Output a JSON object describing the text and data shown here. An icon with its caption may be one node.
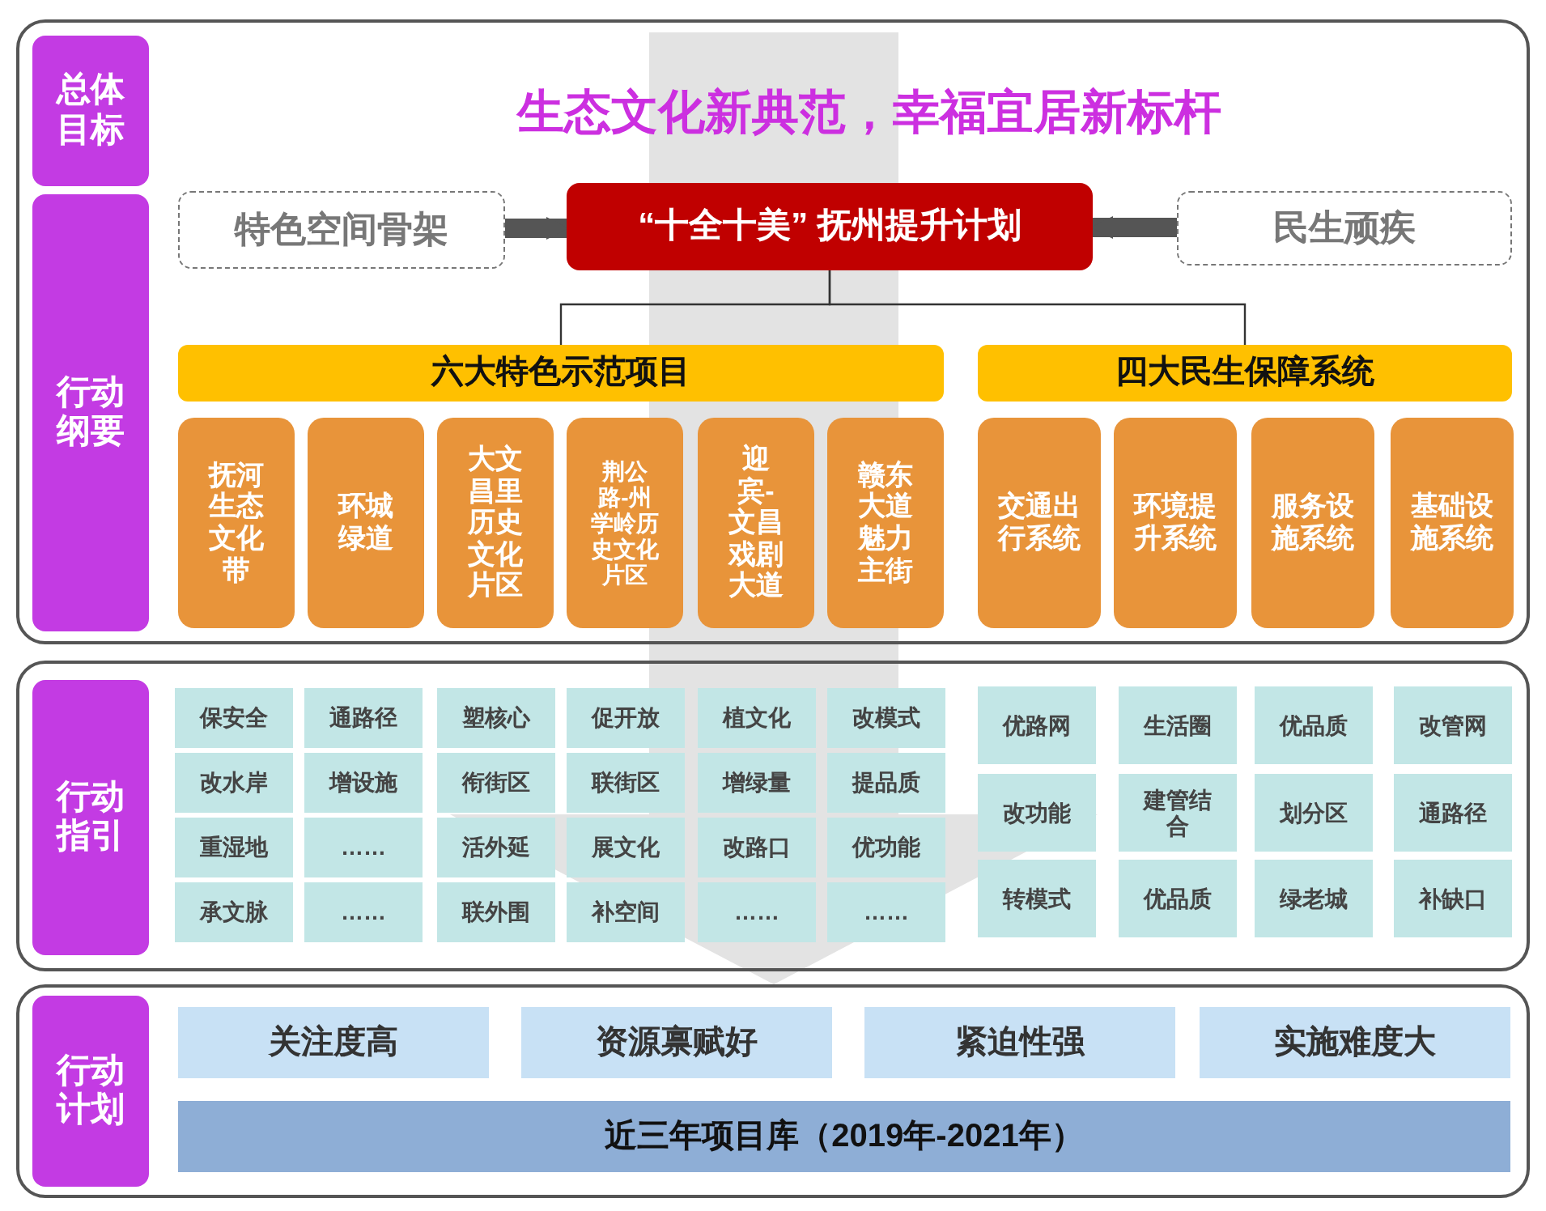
{
  "diagram": {
    "nodes": [
      {
        "text": [],
        "shape": "box"
      },
      {
        "text": [
          "总体目标"
        ],
        "in": 0
      },
      {
        "text": [
          "行动纲要"
        ],
        "in": 0
      },
      {
        "text": [
          "特色空间骨架"
        ],
        "in": 0
      },
      {
        "text": [
          "“十全十美” 抚州提升计划"
        ],
        "in": 0
      },
      {
        "text": [
          "民生顽疾"
        ],
        "in": 0
      },
      {
        "text": [
          "六大特色示范项目"
        ],
        "in": 0
      },
      {
        "text": [
          "四大民生保障系统"
        ],
        "in": 0
      },
      {
        "text": [
          "抚河生态文化带"
        ],
        "in": 0
      },
      {
        "text": [
          "环城绿道"
        ],
        "in": 0
      },
      {
        "text": [
          "大文昌里历史文化片区"
        ],
        "in": 0
      },
      {
        "text": [
          "荆公路-州学岭历史文化片区"
        ],
        "in": 0
      },
      {
        "text": [
          "迎宾-文昌戏剧大道"
        ],
        "in": 0
      },
      {
        "text": [
          "赣东大道魅力主街"
        ],
        "in": 0
      },
      {
        "text": [
          "交通出行系统"
        ],
        "in": 0
      },
      {
        "text": [
          "环境提升系统"
        ],
        "in": 0
      },
      {
        "text": [
          "服务设施系统"
        ],
        "in": 0
      },
      {
        "text": [
          "基础设施系统"
        ],
        "in": 0
      },
      {
        "text": [],
        "shape": "box"
      },
      {
        "text": [
          "行动指引"
        ],
        "in": 18
      },
      {
        "text": [
          "保安全"
        ],
        "in": 18
      },
      {
        "text": [
          "通路径"
        ],
        "in": 18
      },
      {
        "text": [
          "塑核心"
        ],
        "in": 18
      },
      {
        "text": [
          "促开放"
        ],
        "in": 18
      },
      {
        "text": [
          "植文化"
        ],
        "in": 18
      },
      {
        "text": [
          "改模式"
        ],
        "in": 18
      },
      {
        "text": [
          "改水岸"
        ],
        "in": 18
      },
      {
        "text": [
          "增设施"
        ],
        "in": 18
      },
      {
        "text": [
          "衔街区"
        ],
        "in": 18
      },
      {
        "text": [
          "联街区"
        ],
        "in": 18
      },
      {
        "text": [
          "增绿量"
        ],
        "in": 18
      },
      {
        "text": [
          "提品质"
        ],
        "in": 18
      },
      {
        "text": [
          "重湿地"
        ],
        "in": 18
      },
      {
        "text": [
          "……"
        ],
        "in": 18
      },
      {
        "text": [
          "活外延"
        ],
        "in": 18
      },
      {
        "text": [
          "展文化"
        ],
        "in": 18
      },
      {
        "text": [
          "改路口"
        ],
        "in": 18
      },
      {
        "text": [
          "优功能"
        ],
        "in": 18
      },
      {
        "text": [
          "承文脉"
        ],
        "in": 18
      },
      {
        "text": [
          "……"
        ],
        "in": 18
      },
      {
        "text": [
          "联外围"
        ],
        "in": 18
      },
      {
        "text": [
          "补空间"
        ],
        "in": 18
      },
      {
        "text": [
          "……"
        ],
        "in": 18
      },
      {
        "text": [
          "……"
        ],
        "in": 18
      },
      {
        "text": [
          "优路网"
        ],
        "in": 18
      },
      {
        "text": [
          "生活圈"
        ],
        "in": 18
      },
      {
        "text": [
          "优品质"
        ],
        "in": 18
      },
      {
        "text": [
          "改管网"
        ],
        "in": 18
      },
      {
        "text": [
          "改功能"
        ],
        "in": 18
      },
      {
        "text": [
          "建管结合"
        ],
        "in": 18
      },
      {
        "text": [
          "划分区"
        ],
        "in": 18
      },
      {
        "text": [
          "通路径"
        ],
        "in": 18
      },
      {
        "text": [
          "转模式"
        ],
        "in": 18
      },
      {
        "text": [
          "优品质"
        ],
        "in": 18
      },
      {
        "text": [
          "绿老城"
        ],
        "in": 18
      },
      {
        "text": [
          "补缺口"
        ],
        "in": 18
      },
      {
        "text": [],
        "shape": "box"
      },
      {
        "text": [
          "行动计划"
        ],
        "in": 56
      },
      {
        "text": [
          "关注度高"
        ],
        "in": 56
      },
      {
        "text": [
          "资源禀赋好"
        ],
        "in": 56
      },
      {
        "text": [
          "紧迫性强"
        ],
        "in": 56
      },
      {
        "text": [
          "实施难度大"
        ],
        "in": 56
      },
      {
        "text": [
          "近三年项目库（2019年-2021年）"
        ],
        "in": 56
      }
    ],
    "edges": [
      {
        "from": 0,
        "to": 56,
        "arrow": "to",
        "color": "#e3e3e3"
      },
      {
        "from": 3,
        "to": 4,
        "arrow": "to",
        "style": "thick"
      },
      {
        "from": 5,
        "to": 4,
        "arrow": "to",
        "style": "thick"
      },
      {
        "from": 4,
        "to": 6,
        "arrow": "none"
      },
      {
        "from": 4,
        "to": 7,
        "arrow": "none"
      }
    ],
    "labels": [
      "生态文化新典范，幸福宜居新标杆"
    ]
  }
}
